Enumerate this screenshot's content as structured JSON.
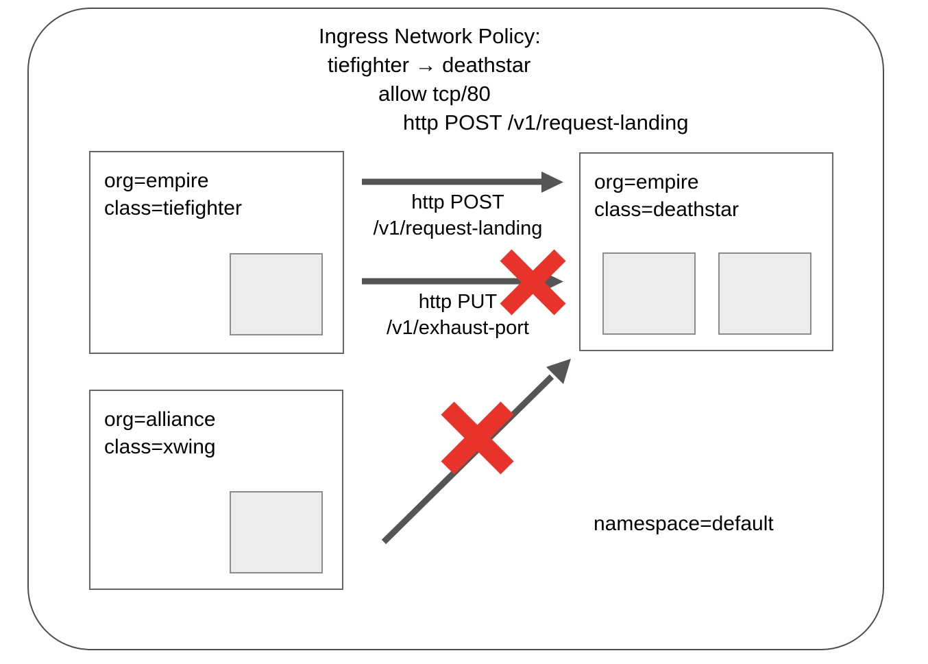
{
  "diagram": {
    "policy_title": {
      "line1": "Ingress Network Policy:",
      "line2": "tiefighter → deathstar",
      "line3": "allow tcp/80",
      "line4": "http POST /v1/request-landing"
    },
    "namespace_label": "namespace=default",
    "endpoints": [
      {
        "id": "tiefighter",
        "org": "org=empire",
        "class": "class=tiefighter",
        "pod_count": 1
      },
      {
        "id": "deathstar",
        "org": "org=empire",
        "class": "class=deathstar",
        "pod_count": 2
      },
      {
        "id": "xwing",
        "org": "org=alliance",
        "class": "class=xwing",
        "pod_count": 1
      }
    ],
    "flows": [
      {
        "id": "flow-allowed",
        "from": "tiefighter",
        "to": "deathstar",
        "method": "http POST",
        "path": "/v1/request-landing",
        "status": "allowed",
        "blocked": false
      },
      {
        "id": "flow-denied-put",
        "from": "tiefighter",
        "to": "deathstar",
        "method": "http PUT",
        "path": "/v1/exhaust-port",
        "status": "denied",
        "blocked": true
      },
      {
        "id": "flow-denied-xwing",
        "from": "xwing",
        "to": "deathstar",
        "method": "",
        "path": "",
        "status": "denied",
        "blocked": true
      }
    ],
    "colors": {
      "boundary_stroke": "#4d4d4d",
      "box_stroke": "#666666",
      "arrow": "#555555",
      "deny_x": "#e8332a",
      "pod_fill": "#ececec",
      "pod_stroke": "#8c8c8c",
      "text": "#000000"
    }
  }
}
